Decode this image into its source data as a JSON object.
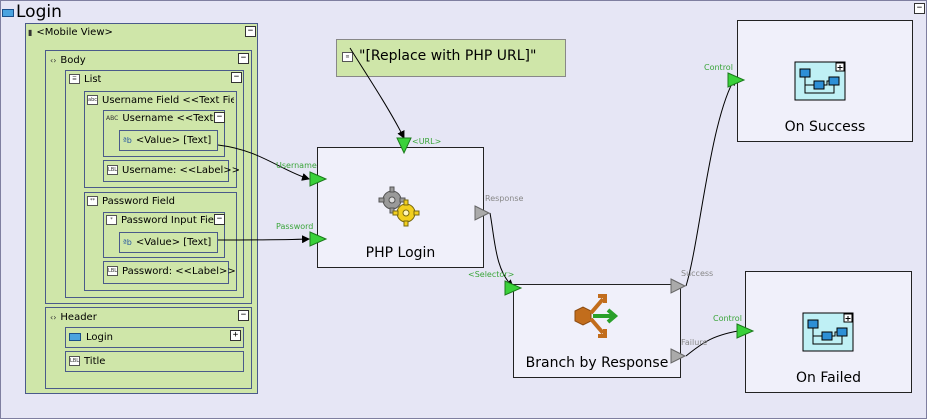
{
  "title": "Login",
  "mobile_view": {
    "label": "<Mobile View>",
    "body": {
      "label": "Body",
      "list": {
        "label": "List",
        "username_field": {
          "label": "Username Field <<Text Field>>",
          "input_label": "Username <<Text Input>>",
          "value_label": "<Value> [Text]",
          "label_item": "Username: <<Label>>"
        },
        "password_field": {
          "label": "Password Field",
          "input_label": "Password Input Field",
          "value_label": "<Value> [Text]",
          "label_item": "Password: <<Label>>"
        }
      }
    },
    "header": {
      "label": "Header",
      "login_item": "Login",
      "title_item": "Title"
    }
  },
  "note": {
    "text": "\"[Replace with PHP URL]\""
  },
  "php_login": {
    "title": "PHP Login",
    "ports": {
      "url": "<URL>",
      "username": "Username",
      "password": "Password",
      "response": "Response"
    }
  },
  "branch": {
    "title": "Branch by Response",
    "ports": {
      "selector": "<Selector>",
      "success": "Success",
      "failure": "Failure"
    }
  },
  "on_success": {
    "title": "On Success",
    "port": "Control"
  },
  "on_failed": {
    "title": "On Failed",
    "port": "Control"
  },
  "icons": {
    "lbl": "LBL",
    "abc": "ABC",
    "list": "list-icon",
    "mobile": "mobile-icon",
    "gear": "gear-icon",
    "branch": "branch-icon",
    "subflow": "subflow-icon"
  },
  "colors": {
    "canvas": "#e6e6f5",
    "container": "#cfe6a9",
    "node": "#f0f0fa",
    "port_green": "#3ad13a",
    "port_grey": "#aaaaaa",
    "accent_blue": "#4aa3df"
  }
}
